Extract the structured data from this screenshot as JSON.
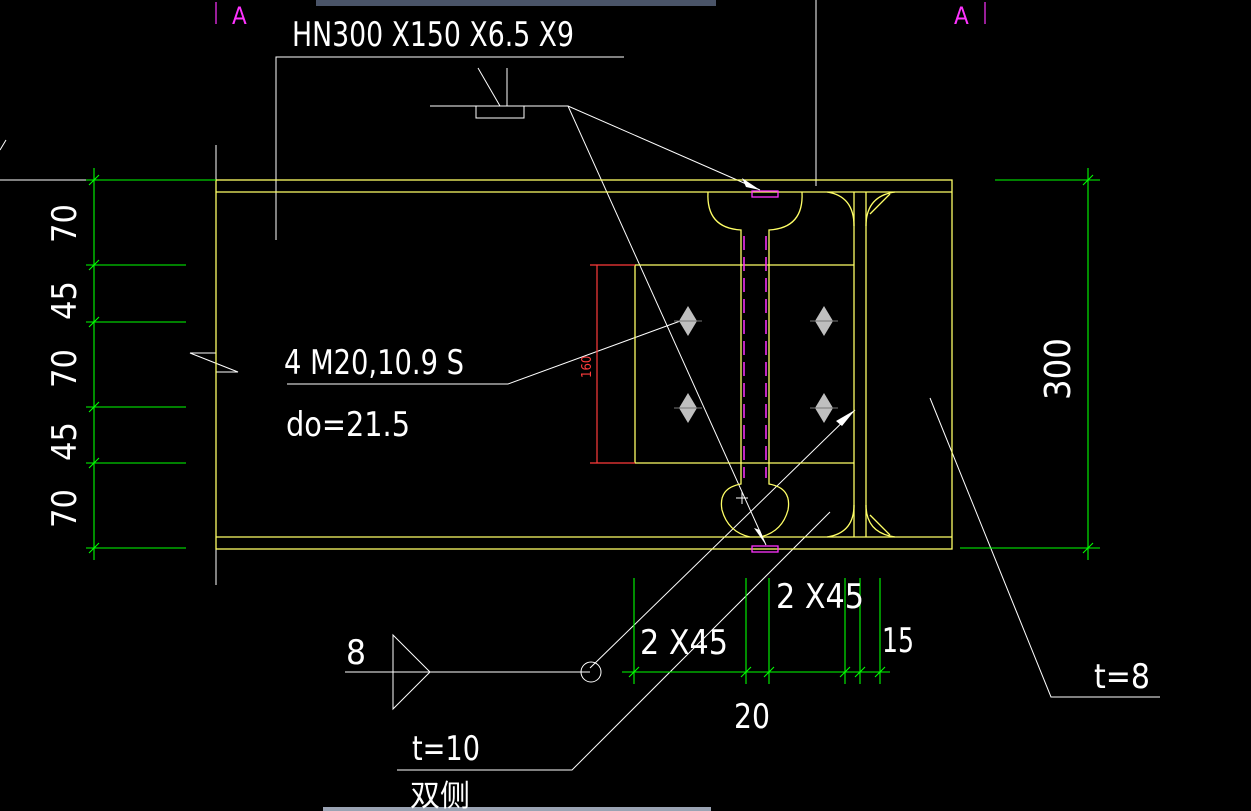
{
  "section_marks": {
    "left": "A",
    "right": "A"
  },
  "beam_callout": "HN300 X150 X6.5 X9",
  "bolt_callout": {
    "line1": "4 M20,10.9 S",
    "line2": "do=21.5"
  },
  "left_dims": [
    "70",
    "45",
    "70",
    "45",
    "70"
  ],
  "right_dim": "300",
  "red_dim": "160",
  "bottom_dims": {
    "a": "2 X45",
    "b": "2 X45",
    "c": "15",
    "d": "20"
  },
  "weld": {
    "size": "8",
    "plate": "t=10",
    "note": "双侧"
  },
  "stiffener": "t=8",
  "colors": {
    "outline": "#ffff66",
    "dim": "#00ff00",
    "mark": "#ff33ff",
    "red": "#ff3b3b",
    "leader": "#ffffff",
    "top_bar": "#4a5468",
    "bottom_bar": "#9aa3b3"
  }
}
